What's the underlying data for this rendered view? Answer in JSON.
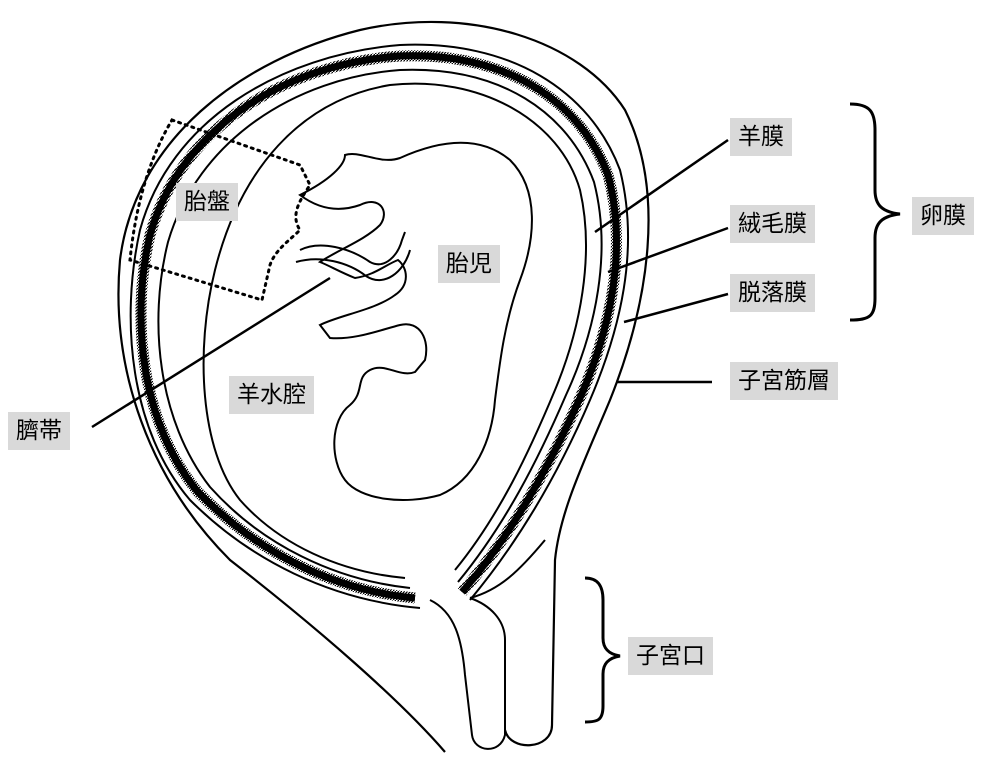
{
  "diagram": {
    "labels": {
      "placenta": "胎盤",
      "fetus": "胎児",
      "amniotic_cavity": "羊水腔",
      "umbilical_cord": "臍帯",
      "amnion": "羊膜",
      "chorion": "絨毛膜",
      "decidua": "脱落膜",
      "fetal_membranes": "卵膜",
      "myometrium": "子宮筋層",
      "cervix": "子宮口"
    },
    "colors": {
      "line": "#000000",
      "label_background": "#d9d9d9",
      "background": "#ffffff"
    }
  }
}
